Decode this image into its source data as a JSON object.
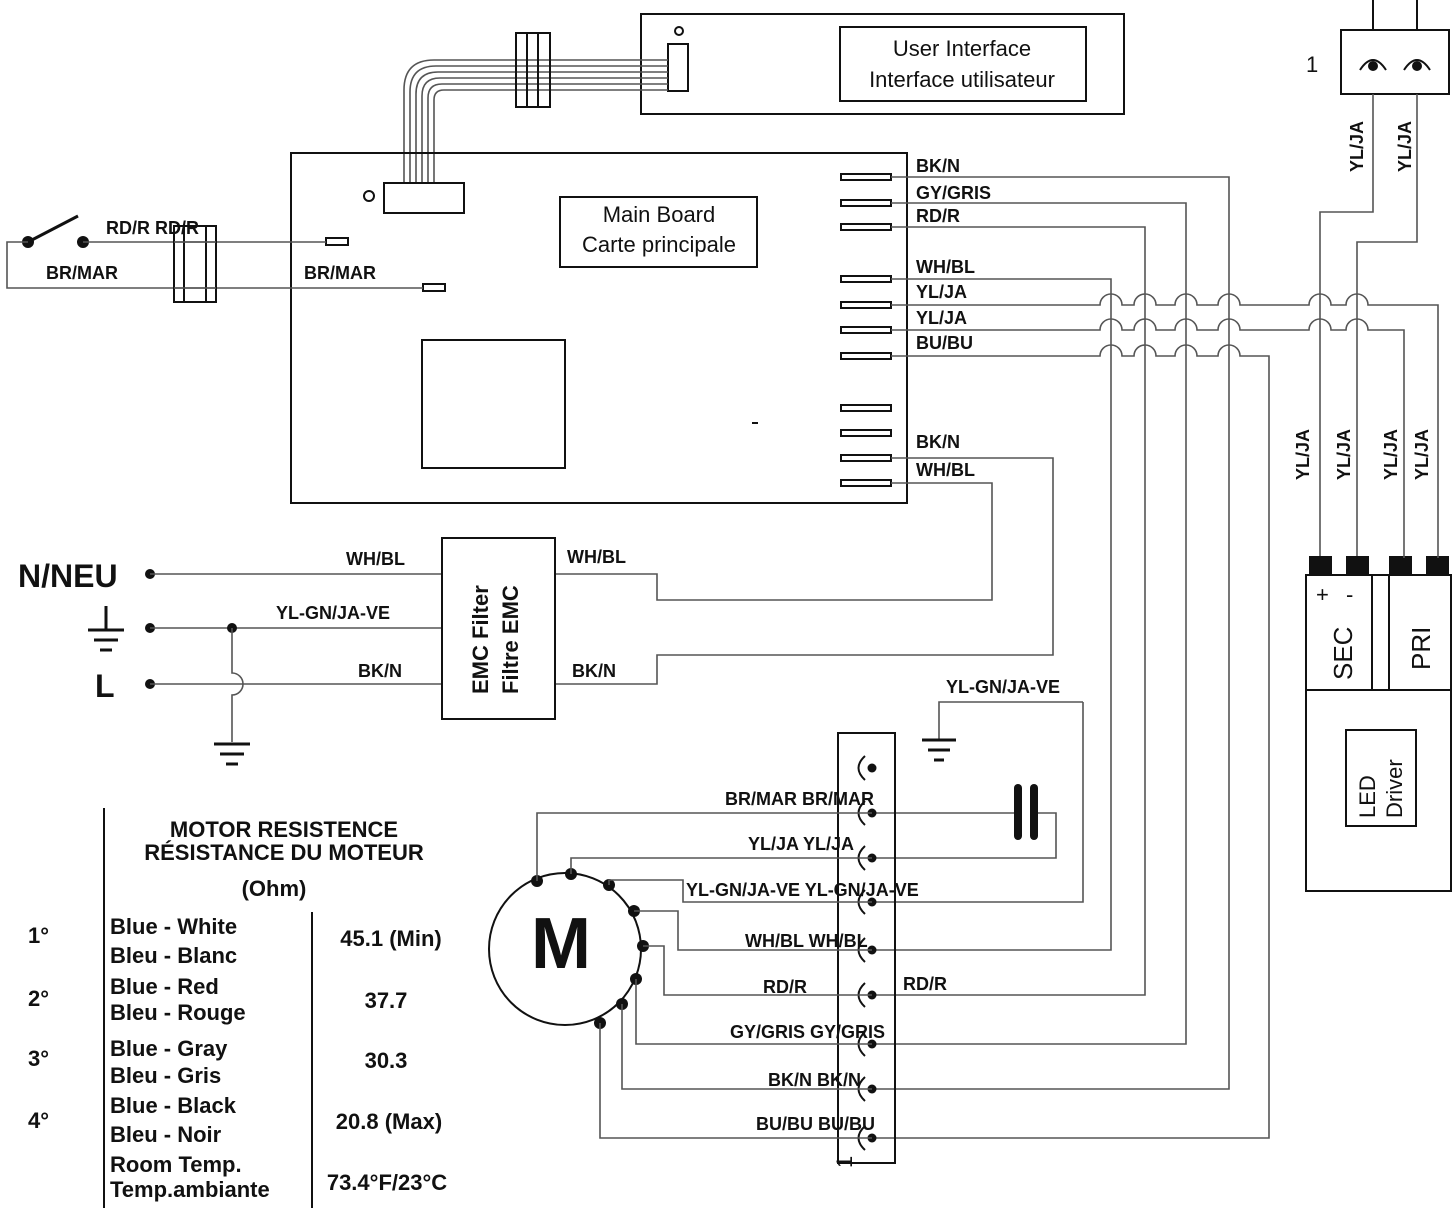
{
  "user_interface": {
    "line1": "User Interface",
    "line2": "Interface utilisateur"
  },
  "main_board": {
    "line1": "Main Board",
    "line2": "Carte principale"
  },
  "switch_labels": {
    "top": "RD/R RD/R",
    "left": "BR/MAR",
    "right": "BR/MAR"
  },
  "board_right_labels": [
    "BK/N",
    "GY/GRIS",
    "RD/R",
    "WH/BL",
    "YL/JA",
    "YL/JA",
    "BU/BU",
    "BK/N",
    "WH/BL"
  ],
  "led_connector": {
    "number": "1",
    "wire_labels": [
      "YL/JA",
      "YL/JA"
    ]
  },
  "led_driver": {
    "wire_labels": [
      "YL/JA",
      "YL/JA",
      "YL/JA",
      "YL/JA"
    ],
    "sec": "SEC",
    "pri": "PRI",
    "plus": "+",
    "minus": "-",
    "line1": "LED",
    "line2": "Driver"
  },
  "mains": {
    "neutral": "N/NEU",
    "line": "L",
    "wire_neutral": "WH/BL",
    "wire_ground": "YL-GN/JA-VE",
    "wire_line": "BK/N"
  },
  "emc": {
    "line1": "EMC Filter",
    "line2": "Filtre EMC",
    "out_neutral": "WH/BL",
    "out_line": "BK/N"
  },
  "ground_label": "YL-GN/JA-VE",
  "motor": {
    "symbol": "M"
  },
  "terminal_labels": [
    "BR/MAR BR/MAR",
    "YL/JA YL/JA",
    "YL-GN/JA-VE YL-GN/JA-VE",
    "WH/BL WH/BL",
    "RD/R",
    "RD/R",
    "GY/GRIS GY/GRIS",
    "BK/N BK/N",
    "BU/BU BU/BU"
  ],
  "terminal_number": "1",
  "resistance_table": {
    "title1": "MOTOR RESISTENCE",
    "title2": "RÉSISTANCE DU MOTEUR",
    "unit": "(Ohm)",
    "rows": [
      {
        "speed": "1°",
        "en": "Blue - White",
        "fr": "Bleu - Blanc",
        "value": "45.1 (Min)"
      },
      {
        "speed": "2°",
        "en": "Blue - Red",
        "fr": "Bleu - Rouge",
        "value": "37.7"
      },
      {
        "speed": "3°",
        "en": "Blue - Gray",
        "fr": "Bleu - Gris",
        "value": "30.3"
      },
      {
        "speed": "4°",
        "en": "Blue - Black",
        "fr": "Bleu - Noir",
        "value": "20.8 (Max)"
      }
    ],
    "room_en": "Room Temp.",
    "room_fr": "Temp.ambiante",
    "room_value": "73.4°F/23°C"
  }
}
